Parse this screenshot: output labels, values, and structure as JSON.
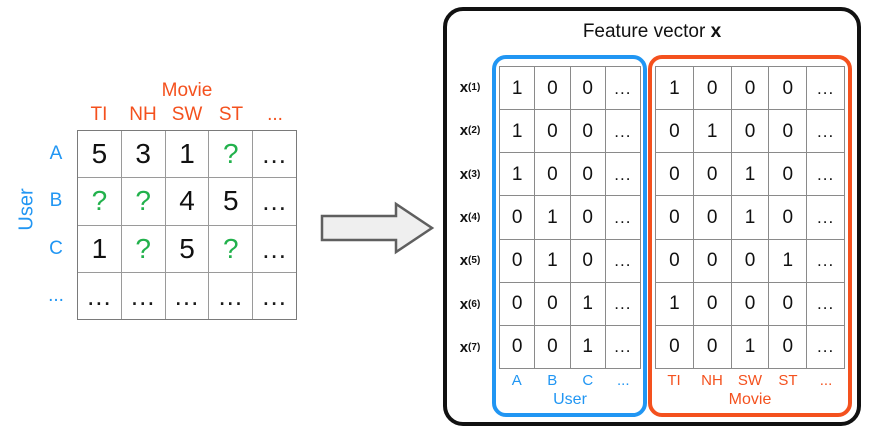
{
  "colors": {
    "orange": "#f4511e",
    "blue": "#2196f3",
    "green": "#22b14c",
    "black": "#111111",
    "grid_line": "#8a8a8a"
  },
  "left_matrix": {
    "column_group_label": "Movie",
    "row_group_label": "User",
    "column_headers": [
      "TI",
      "NH",
      "SW",
      "ST",
      "..."
    ],
    "row_headers": [
      "A",
      "B",
      "C",
      "..."
    ],
    "rows": [
      {
        "label": "A",
        "cells": [
          {
            "value": "5",
            "missing": false
          },
          {
            "value": "3",
            "missing": false
          },
          {
            "value": "1",
            "missing": false
          },
          {
            "value": "?",
            "missing": true
          },
          {
            "value": "...",
            "missing": false
          }
        ]
      },
      {
        "label": "B",
        "cells": [
          {
            "value": "?",
            "missing": true
          },
          {
            "value": "?",
            "missing": true
          },
          {
            "value": "4",
            "missing": false
          },
          {
            "value": "5",
            "missing": false
          },
          {
            "value": "...",
            "missing": false
          }
        ]
      },
      {
        "label": "C",
        "cells": [
          {
            "value": "1",
            "missing": false
          },
          {
            "value": "?",
            "missing": true
          },
          {
            "value": "5",
            "missing": false
          },
          {
            "value": "?",
            "missing": true
          },
          {
            "value": "...",
            "missing": false
          }
        ]
      },
      {
        "label": "...",
        "cells": [
          {
            "value": "...",
            "missing": false
          },
          {
            "value": "...",
            "missing": false
          },
          {
            "value": "...",
            "missing": false
          },
          {
            "value": "...",
            "missing": false
          },
          {
            "value": "...",
            "missing": false
          }
        ]
      }
    ]
  },
  "arrow": {
    "icon": "right-arrow-icon",
    "fill": "#efefef",
    "stroke": "#5f5f5f"
  },
  "feature_vector": {
    "title_text": "Feature vector ",
    "title_symbol": "x",
    "row_labels": [
      {
        "base": "x",
        "sup": "(1)"
      },
      {
        "base": "x",
        "sup": "(2)"
      },
      {
        "base": "x",
        "sup": "(3)"
      },
      {
        "base": "x",
        "sup": "(4)"
      },
      {
        "base": "x",
        "sup": "(5)"
      },
      {
        "base": "x",
        "sup": "(6)"
      },
      {
        "base": "x",
        "sup": "(7)"
      }
    ],
    "user_block": {
      "name": "User",
      "column_labels": [
        "A",
        "B",
        "C",
        "..."
      ],
      "rows": [
        [
          "1",
          "0",
          "0",
          "..."
        ],
        [
          "1",
          "0",
          "0",
          "..."
        ],
        [
          "1",
          "0",
          "0",
          "..."
        ],
        [
          "0",
          "1",
          "0",
          "..."
        ],
        [
          "0",
          "1",
          "0",
          "..."
        ],
        [
          "0",
          "0",
          "1",
          "..."
        ],
        [
          "0",
          "0",
          "1",
          "..."
        ]
      ]
    },
    "movie_block": {
      "name": "Movie",
      "column_labels": [
        "TI",
        "NH",
        "SW",
        "ST",
        "..."
      ],
      "rows": [
        [
          "1",
          "0",
          "0",
          "0",
          "..."
        ],
        [
          "0",
          "1",
          "0",
          "0",
          "..."
        ],
        [
          "0",
          "0",
          "1",
          "0",
          "..."
        ],
        [
          "0",
          "0",
          "1",
          "0",
          "..."
        ],
        [
          "0",
          "0",
          "0",
          "1",
          "..."
        ],
        [
          "1",
          "0",
          "0",
          "0",
          "..."
        ],
        [
          "0",
          "0",
          "1",
          "0",
          "..."
        ]
      ]
    }
  }
}
